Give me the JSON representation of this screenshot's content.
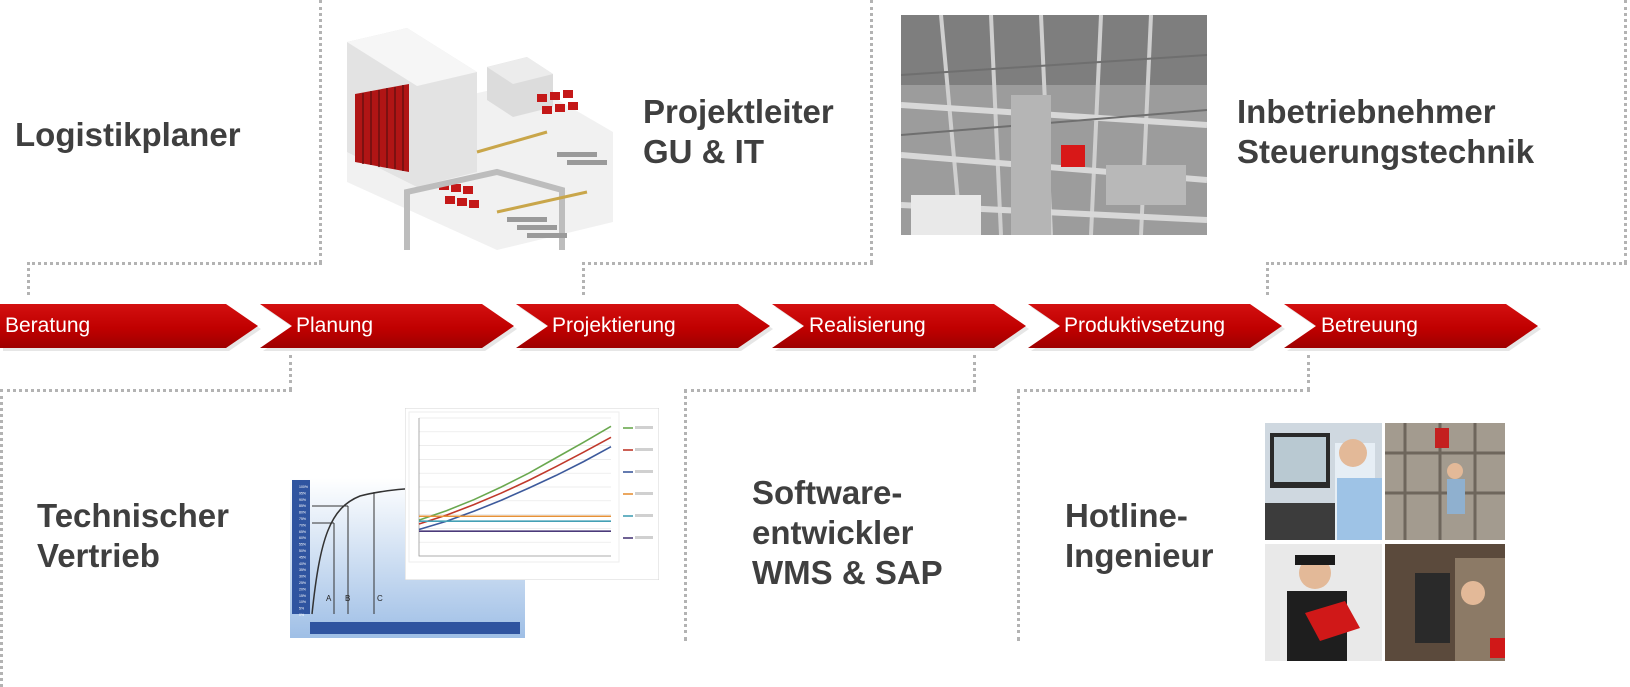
{
  "roles": {
    "logistikplaner": [
      "Logistikplaner"
    ],
    "projektleiter": [
      "Projektleiter",
      "GU & IT"
    ],
    "inbetriebnehmer": [
      "Inbetriebnehmer",
      "Steuerungstechnik"
    ],
    "technischer_vertrieb": [
      "Technischer",
      "Vertrieb"
    ],
    "softwareentwickler": [
      "Software-",
      "entwickler",
      "WMS & SAP"
    ],
    "hotline": [
      "Hotline-",
      "Ingenieur"
    ]
  },
  "phases": [
    "Beratung",
    "Planung",
    "Projektierung",
    "Realisierung",
    "Produktivsetzung",
    "Betreuung"
  ],
  "colors": {
    "chevron": "#c00000",
    "chevron_shade": "#9e0000",
    "text": "#3f3f3f",
    "dots": "#b3b3b3"
  },
  "chart_graphic": {
    "front_labels": [
      "A",
      "B",
      "C"
    ],
    "front_yticks": [
      "100%",
      "95%",
      "90%",
      "85%",
      "80%",
      "75%",
      "70%",
      "65%",
      "60%",
      "55%",
      "50%",
      "45%",
      "40%",
      "35%",
      "30%",
      "25%",
      "20%",
      "15%",
      "10%",
      "5%",
      "0%"
    ]
  },
  "chart_data": {
    "type": "line",
    "title": "",
    "xlabel": "",
    "ylabel": "",
    "x": [
      "1",
      "2",
      "3",
      "4",
      "5",
      "6",
      "7",
      "8"
    ],
    "series": [
      {
        "values": [
          215,
          232,
          252,
          275,
          300,
          328,
          356,
          385
        ]
      },
      {
        "values": [
          208,
          224,
          243,
          264,
          287,
          312,
          338,
          365
        ]
      },
      {
        "values": [
          198,
          213,
          231,
          251,
          273,
          296,
          321,
          348
        ]
      },
      {
        "values": [
          222,
          222,
          222,
          222,
          222,
          222,
          222,
          222
        ]
      },
      {
        "values": [
          213,
          213,
          213,
          213,
          213,
          213,
          213,
          213
        ]
      },
      {
        "values": [
          195,
          195,
          195,
          195,
          195,
          195,
          195,
          195
        ]
      }
    ],
    "ylim": [
      150,
      400
    ]
  }
}
